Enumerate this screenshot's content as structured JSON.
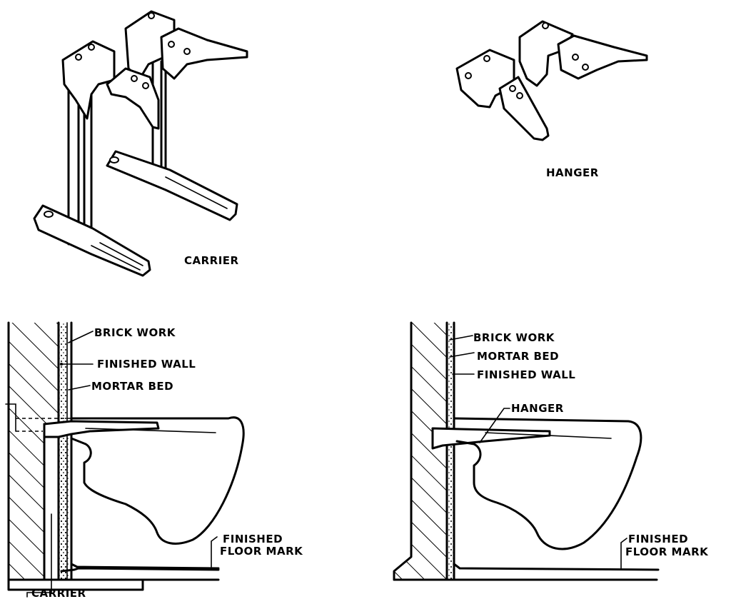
{
  "labels": {
    "carrier_iso": "CARRIER",
    "hanger_iso": "HANGER",
    "left_brick_work": "BRICK WORK",
    "left_finished_wall": "FINISHED WALL",
    "left_mortar_bed": "MORTAR BED",
    "left_floor_mark_1": "FINISHED",
    "left_floor_mark_2": "FLOOR MARK",
    "left_carrier": "CARRIER",
    "right_brick_work": "BRICK WORK",
    "right_mortar_bed": "MORTAR BED",
    "right_finished_wall": "FINISHED WALL",
    "right_hanger": "HANGER",
    "right_floor_mark_1": "FINISHED",
    "right_floor_mark_2": "FLOOR MARK"
  }
}
